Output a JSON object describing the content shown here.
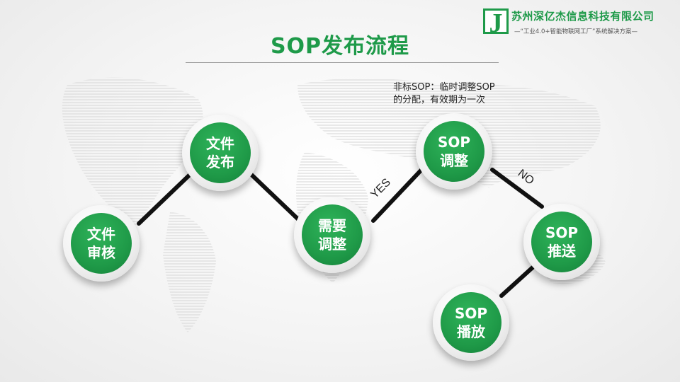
{
  "logo": {
    "letter": "J",
    "company": "苏州深亿杰信息科技有限公司",
    "slogan": "—“工业4.0+智能物联网工厂”系统解决方案—"
  },
  "title": "SOP发布流程",
  "note": {
    "line1": "非标SOP：临时调整SOP",
    "line2": "的分配，有效期为一次"
  },
  "nodes": {
    "review": {
      "line1": "文件",
      "line2": "审核"
    },
    "publish": {
      "line1": "文件",
      "line2": "发布"
    },
    "needs": {
      "line1": "需要",
      "line2": "调整"
    },
    "adjust": {
      "line1": "SOP",
      "line2": "调整"
    },
    "push": {
      "line1": "SOP",
      "line2": "推送"
    },
    "play": {
      "line1": "SOP",
      "line2": "播放"
    }
  },
  "edges": {
    "yes": "YES",
    "no": "NO"
  },
  "colors": {
    "accent": "#1e9a49",
    "connector": "#111111"
  }
}
